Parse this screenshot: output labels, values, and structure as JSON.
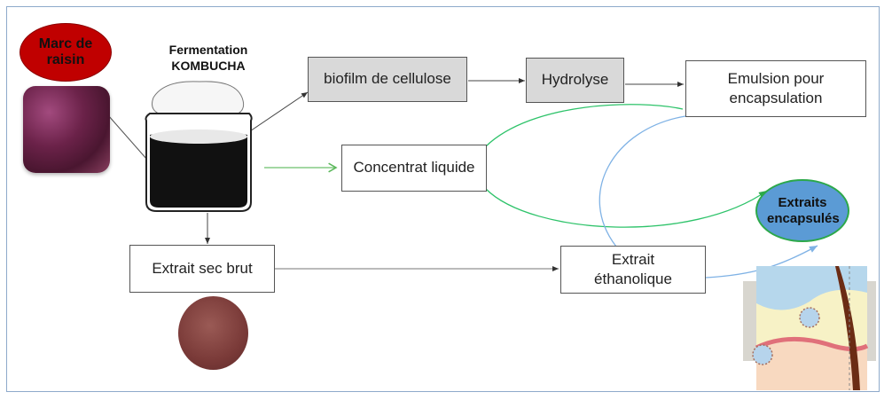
{
  "diagram": {
    "nodes": {
      "marc_de_raisin": "Marc de raisin",
      "fermentation_title": "Fermentation",
      "fermentation_subtitle": "KOMBUCHA",
      "biofilm": "biofilm de cellulose",
      "hydrolyse": "Hydrolyse",
      "emulsion": "Emulsion pour encapsulation",
      "concentrat": "Concentrat liquide",
      "extraits_encapsules": "Extraits encapsulés",
      "extrait_sec": "Extrait sec brut",
      "extrait_ethanolique": "Extrait éthanolique"
    },
    "colors": {
      "frame": "#8eaacb",
      "marc_fill": "#c00000",
      "encaps_fill": "#5b9bd5",
      "encaps_border": "#2ca84a",
      "green_arrow": "#3cb371",
      "blue_arrow": "#7fb2e5",
      "gray_box": "#d9d9d9"
    }
  }
}
